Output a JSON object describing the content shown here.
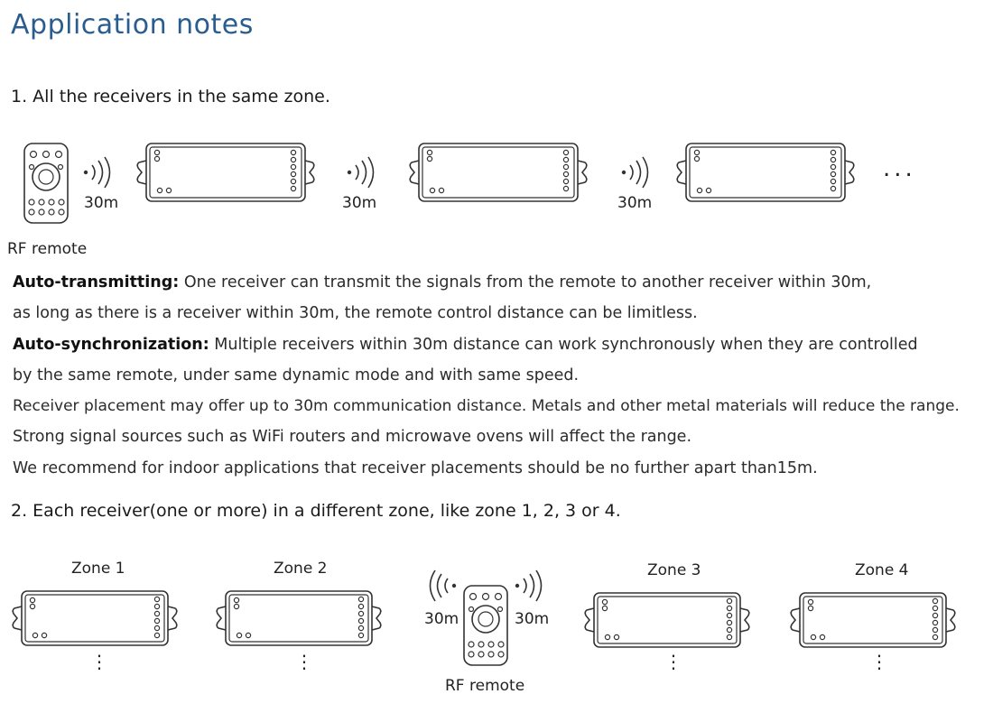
{
  "page_title": "Application notes",
  "section1": {
    "heading": "1. All the receivers in the same zone.",
    "distance": "30m",
    "ellipsis": "...",
    "remote_label": "RF remote"
  },
  "paragraphs": [
    {
      "bold": "Auto-transmitting:",
      "text": " One receiver can transmit the signals from the remote to another receiver within 30m,"
    },
    {
      "bold": "",
      "text": "as long as there is a receiver within 30m, the remote control distance can be limitless."
    },
    {
      "bold": "Auto-synchronization:",
      "text": " Multiple receivers within 30m distance can work synchronously when they are controlled"
    },
    {
      "bold": "",
      "text": "by the same remote, under same dynamic mode and with same speed."
    },
    {
      "bold": "",
      "text": "Receiver placement may offer up to 30m communication distance. Metals and other metal materials will reduce the range."
    },
    {
      "bold": "",
      "text": "Strong signal sources such as WiFi routers and microwave ovens will affect the range."
    },
    {
      "bold": "",
      "text": "We recommend for indoor applications that receiver placements should be no further apart than15m."
    }
  ],
  "section2": {
    "heading": "2. Each receiver(one or more) in a different zone, like zone 1, 2, 3 or 4.",
    "zones": [
      "Zone 1",
      "Zone 2",
      "Zone 3",
      "Zone 4"
    ],
    "distance_left": "30m",
    "distance_right": "30m",
    "remote_label": "RF remote",
    "vertical_ellipsis": "⋮"
  }
}
